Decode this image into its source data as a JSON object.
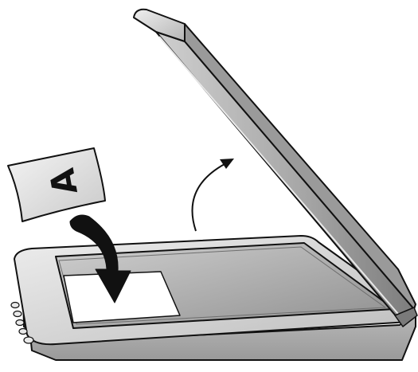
{
  "illustration": {
    "subject": "flatbed-scanner-loading",
    "document": {
      "letter": "A"
    },
    "colors": {
      "outline": "#111111",
      "body_light": "#e6e6e6",
      "body_mid": "#bdbdbd",
      "body_dark": "#8c8c8c",
      "glass": "#a9a9a9",
      "paper": "#ffffff",
      "arrow": "#111111"
    },
    "indicator_buttons": 5
  }
}
